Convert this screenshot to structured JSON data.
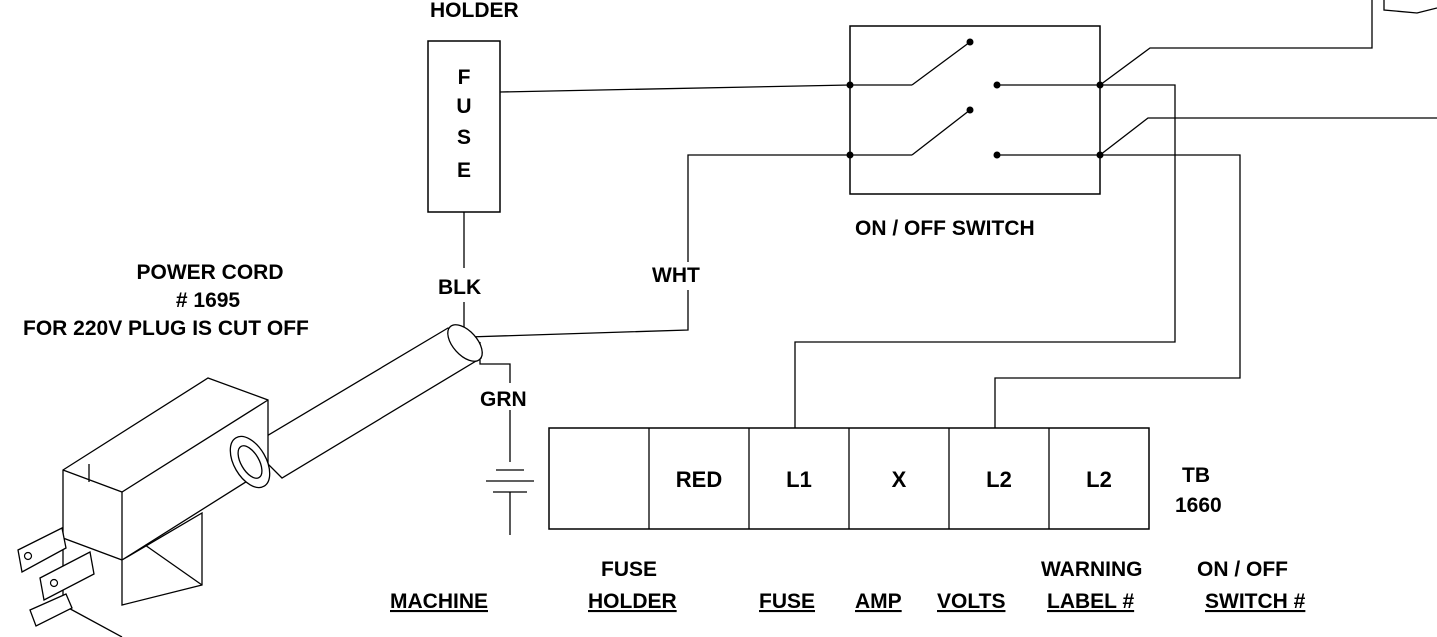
{
  "top_partial_label": "HOLDER",
  "fuse_letters": [
    "F",
    "U",
    "S",
    "E"
  ],
  "switch_label": "ON / OFF SWITCH",
  "power_cord": {
    "line1": "POWER CORD",
    "line2": "# 1695",
    "line3": "FOR 220V PLUG IS CUT OFF"
  },
  "wires": {
    "blk": "BLK",
    "wht": "WHT",
    "grn": "GRN"
  },
  "terminal_block": {
    "cells": [
      "",
      "RED",
      "L1",
      "X",
      "L2",
      "L2"
    ],
    "label_line1": "TB",
    "label_line2": "1660"
  },
  "legend": {
    "machine": "MACHINE",
    "fuse_holder_line1": "FUSE",
    "fuse_holder_line2": "HOLDER",
    "fuse": "FUSE",
    "amp": "AMP",
    "volts": "VOLTS",
    "warning_line1": "WARNING",
    "warning_line2": "LABEL #",
    "switch_line1": "ON / OFF",
    "switch_line2": "SWITCH #"
  }
}
